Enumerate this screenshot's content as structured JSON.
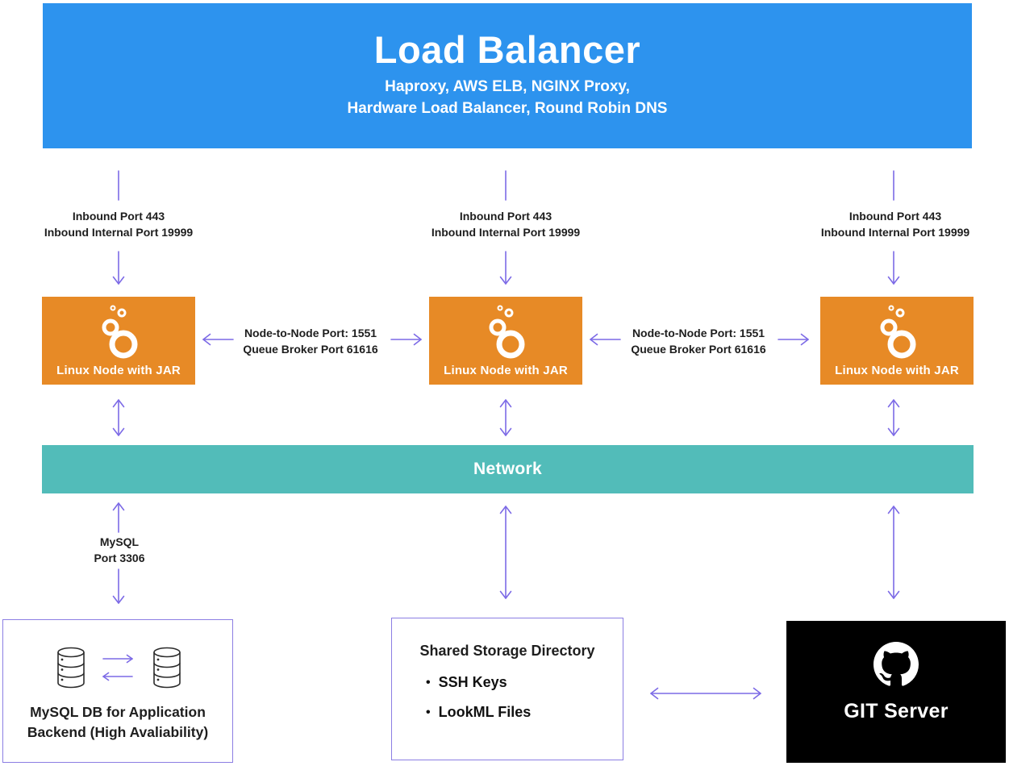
{
  "diagram": {
    "load_balancer": {
      "title": "Load Balancer",
      "subtitle_line1": "Haproxy, AWS ELB, NGINX Proxy,",
      "subtitle_line2": "Hardware Load Balancer, Round Robin DNS"
    },
    "inbound_label": {
      "line1": "Inbound Port 443",
      "line2": "Inbound Internal Port 19999"
    },
    "node_label": "Linux Node with JAR",
    "node_link_label": {
      "line1": "Node-to-Node Port: 1551",
      "line2": "Queue Broker Port 61616"
    },
    "network_label": "Network",
    "mysql_link_label": {
      "line1": "MySQL",
      "line2": "Port 3306"
    },
    "mysql_box": {
      "line1": "MySQL DB for Application",
      "line2": "Backend (High Avaliability)"
    },
    "storage_box": {
      "title": "Shared Storage Directory",
      "bullet": "•",
      "items": [
        "SSH Keys",
        "LookML Files"
      ]
    },
    "git_box": {
      "label": "GIT Server"
    }
  },
  "colors": {
    "load_balancer_blue": "#2D93EE",
    "node_orange": "#E78A26",
    "network_teal": "#52BCB9",
    "arrow_purple": "#7C6AE6",
    "box_border_purple": "#8C7EE3",
    "git_black": "#000000",
    "text_dark": "#1E1E1E"
  }
}
